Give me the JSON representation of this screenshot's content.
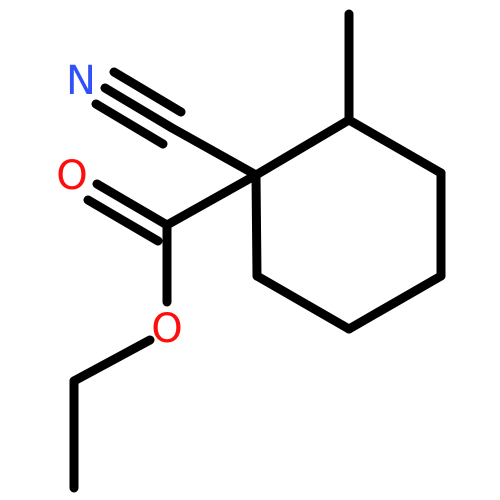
{
  "molecule": {
    "colors": {
      "bond": "#000000",
      "nitrogen": "#3050F8",
      "oxygen": "#FF0D0D",
      "background": "#FFFFFF"
    },
    "atom_labels": {
      "nitrogen": "N",
      "carbonyl_oxygen": "O",
      "ester_oxygen": "O"
    }
  }
}
